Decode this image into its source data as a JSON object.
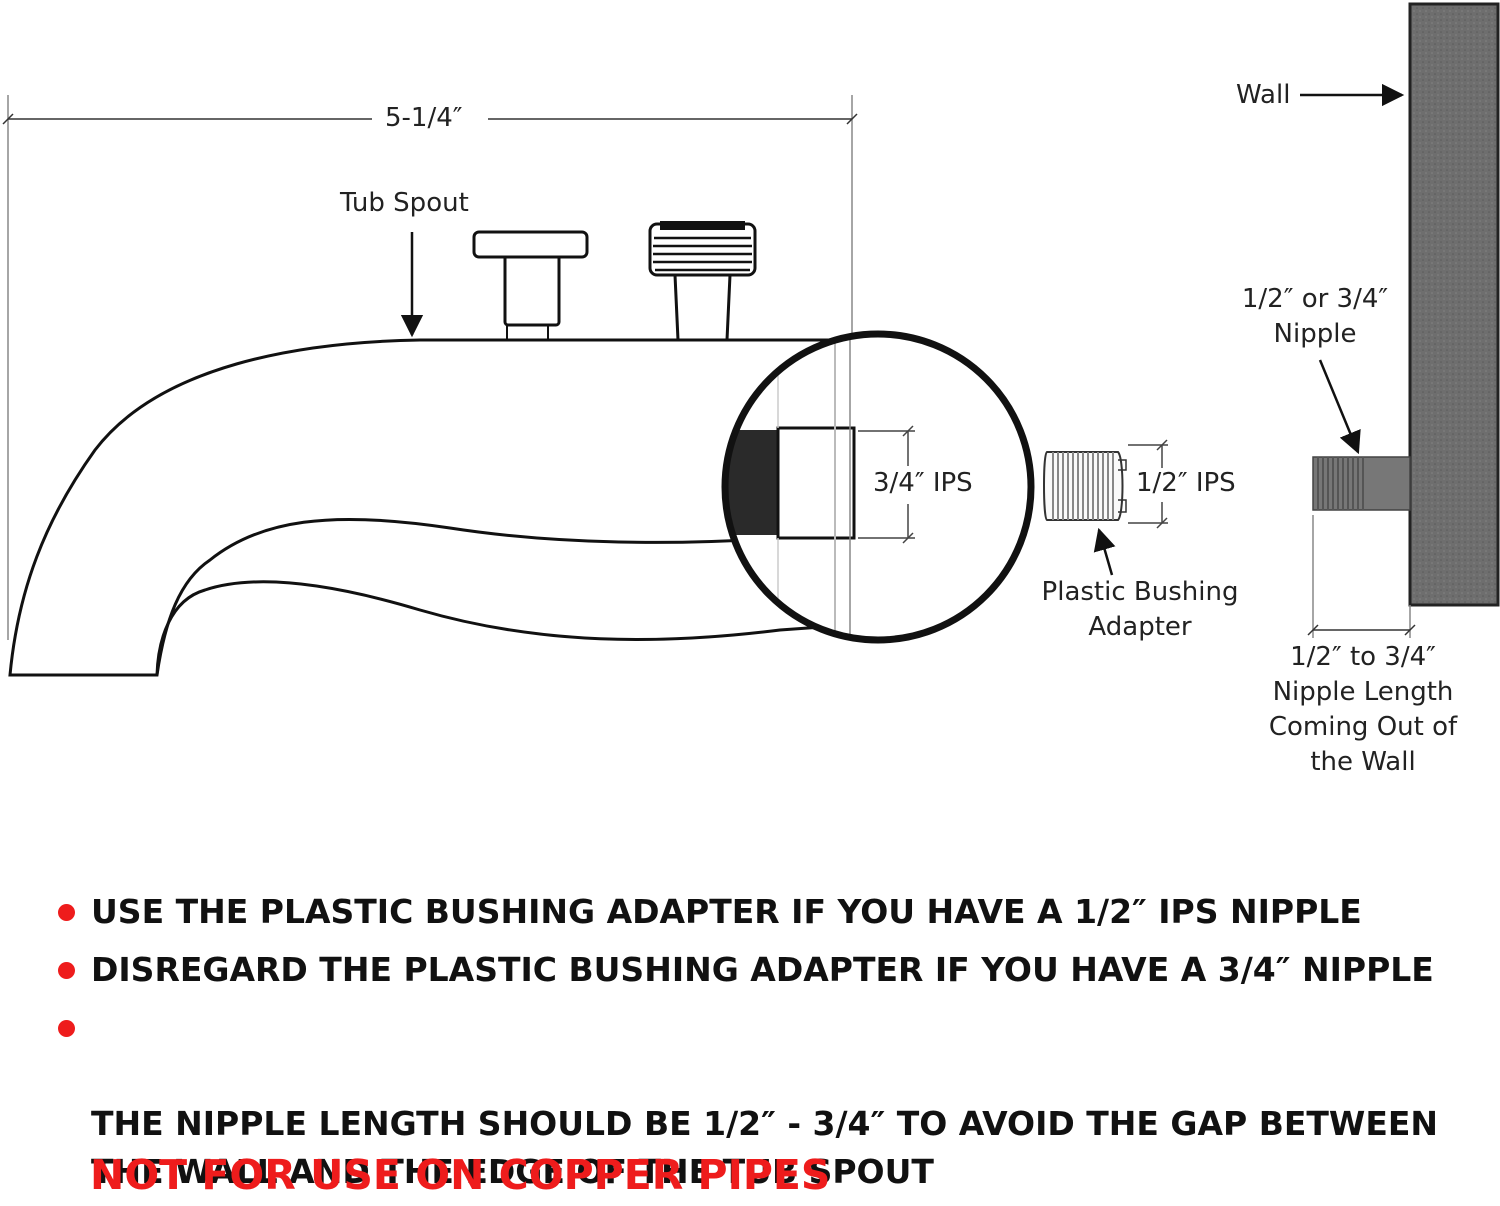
{
  "labels": {
    "width_dimension": "5-1/4″",
    "tub_spout": "Tub Spout",
    "ips_34": "3/4″ IPS",
    "ips_12": "1/2″ IPS",
    "bushing": [
      "Plastic Bushing",
      "Adapter"
    ],
    "wall": "Wall",
    "nipple": [
      "1/2″ or 3/4″",
      "Nipple"
    ],
    "nipple_length": [
      "1/2″ to 3/4″",
      "Nipple Length",
      "Coming Out of",
      "the Wall"
    ]
  },
  "notes": [
    "USE THE PLASTIC BUSHING ADAPTER IF YOU HAVE A 1/2″ IPS NIPPLE",
    "DISREGARD THE PLASTIC BUSHING ADAPTER IF YOU HAVE A 3/4″ NIPPLE",
    "THE NIPPLE LENGTH SHOULD BE 1/2″ - 3/4″ TO AVOID THE GAP BETWEEN\nTHE WALL AND THE EDGE OF THE TUB SPOUT"
  ],
  "warning": "NOT FOR USE ON COPPER PIPES",
  "colors": {
    "bullet": "#ee1c1c",
    "warning": "#ee1c1c",
    "wall": "#6e6e6e",
    "outline": "#111111"
  }
}
